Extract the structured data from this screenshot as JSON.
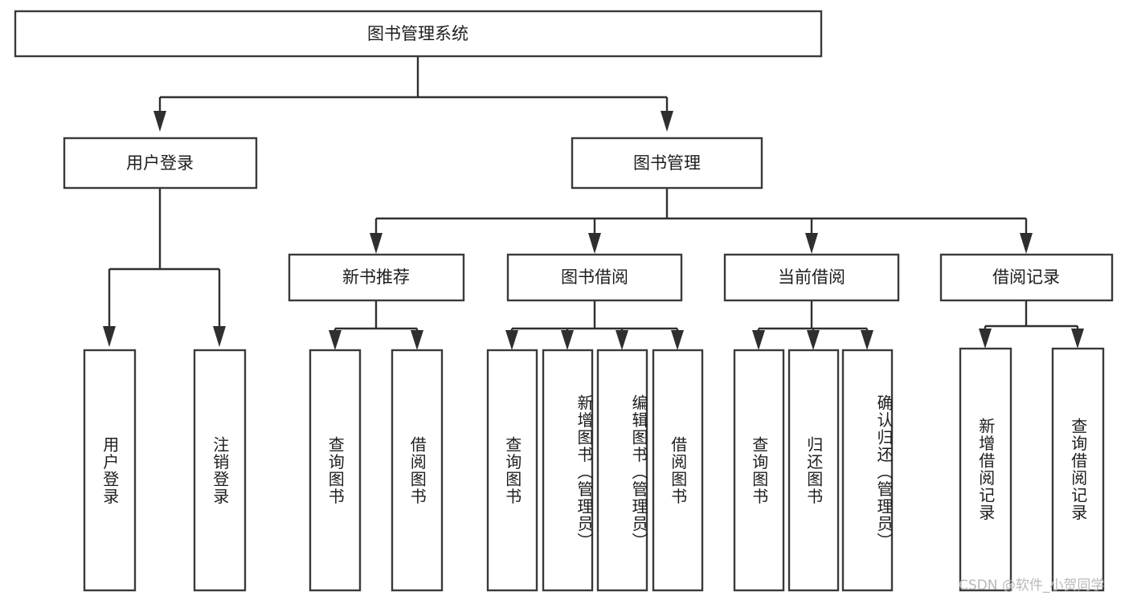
{
  "diagram": {
    "type": "hierarchy-tree",
    "title": "图书管理系统",
    "root": {
      "id": "root",
      "label": "图书管理系统",
      "orientation": "horizontal"
    },
    "level2": [
      {
        "id": "user-login",
        "label": "用户登录",
        "orientation": "horizontal"
      },
      {
        "id": "book-management",
        "label": "图书管理",
        "orientation": "horizontal"
      }
    ],
    "level3": [
      {
        "id": "new-book-recommend",
        "label": "新书推荐",
        "parent": "book-management",
        "orientation": "horizontal"
      },
      {
        "id": "book-borrow",
        "label": "图书借阅",
        "parent": "book-management",
        "orientation": "horizontal"
      },
      {
        "id": "current-borrow",
        "label": "当前借阅",
        "parent": "book-management",
        "orientation": "horizontal"
      },
      {
        "id": "borrow-record",
        "label": "借阅记录",
        "parent": "book-management",
        "orientation": "horizontal"
      }
    ],
    "leaves": [
      {
        "id": "leaf-user-login",
        "label": "用户登录",
        "parent": "user-login",
        "orientation": "vertical",
        "align": "middle"
      },
      {
        "id": "leaf-logout",
        "label": "注销登录",
        "parent": "user-login",
        "orientation": "vertical",
        "align": "middle"
      },
      {
        "id": "leaf-query-book-1",
        "label": "查询图书",
        "parent": "new-book-recommend",
        "orientation": "vertical",
        "align": "middle"
      },
      {
        "id": "leaf-borrow-book-1",
        "label": "借阅图书",
        "parent": "new-book-recommend",
        "orientation": "vertical",
        "align": "middle"
      },
      {
        "id": "leaf-query-book-2",
        "label": "查询图书",
        "parent": "book-borrow",
        "orientation": "vertical",
        "align": "middle"
      },
      {
        "id": "leaf-add-book",
        "label": "新增图书（管理员）",
        "parent": "book-borrow",
        "orientation": "vertical",
        "align": "start"
      },
      {
        "id": "leaf-edit-book",
        "label": "编辑图书（管理员）",
        "parent": "book-borrow",
        "orientation": "vertical",
        "align": "start"
      },
      {
        "id": "leaf-borrow-book-2",
        "label": "借阅图书",
        "parent": "book-borrow",
        "orientation": "vertical",
        "align": "middle"
      },
      {
        "id": "leaf-query-book-3",
        "label": "查询图书",
        "parent": "current-borrow",
        "orientation": "vertical",
        "align": "middle"
      },
      {
        "id": "leaf-return-book",
        "label": "归还图书",
        "parent": "current-borrow",
        "orientation": "vertical",
        "align": "middle"
      },
      {
        "id": "leaf-confirm-return",
        "label": "确认归还（管理员）",
        "parent": "current-borrow",
        "orientation": "vertical",
        "align": "start"
      },
      {
        "id": "leaf-add-record",
        "label": "新增借阅记录",
        "parent": "borrow-record",
        "orientation": "vertical",
        "align": "middle"
      },
      {
        "id": "leaf-query-record",
        "label": "查询借阅记录",
        "parent": "borrow-record",
        "orientation": "vertical",
        "align": "middle"
      }
    ],
    "colors": {
      "box_stroke": "#3a3a3a",
      "box_fill": "#ffffff",
      "connector": "#2f2f2f",
      "text": "#1d1d1d",
      "background": "#ffffff",
      "watermark": "#b9b9b9"
    }
  },
  "watermark": {
    "text": "CSDN @软件_小贺同学"
  }
}
